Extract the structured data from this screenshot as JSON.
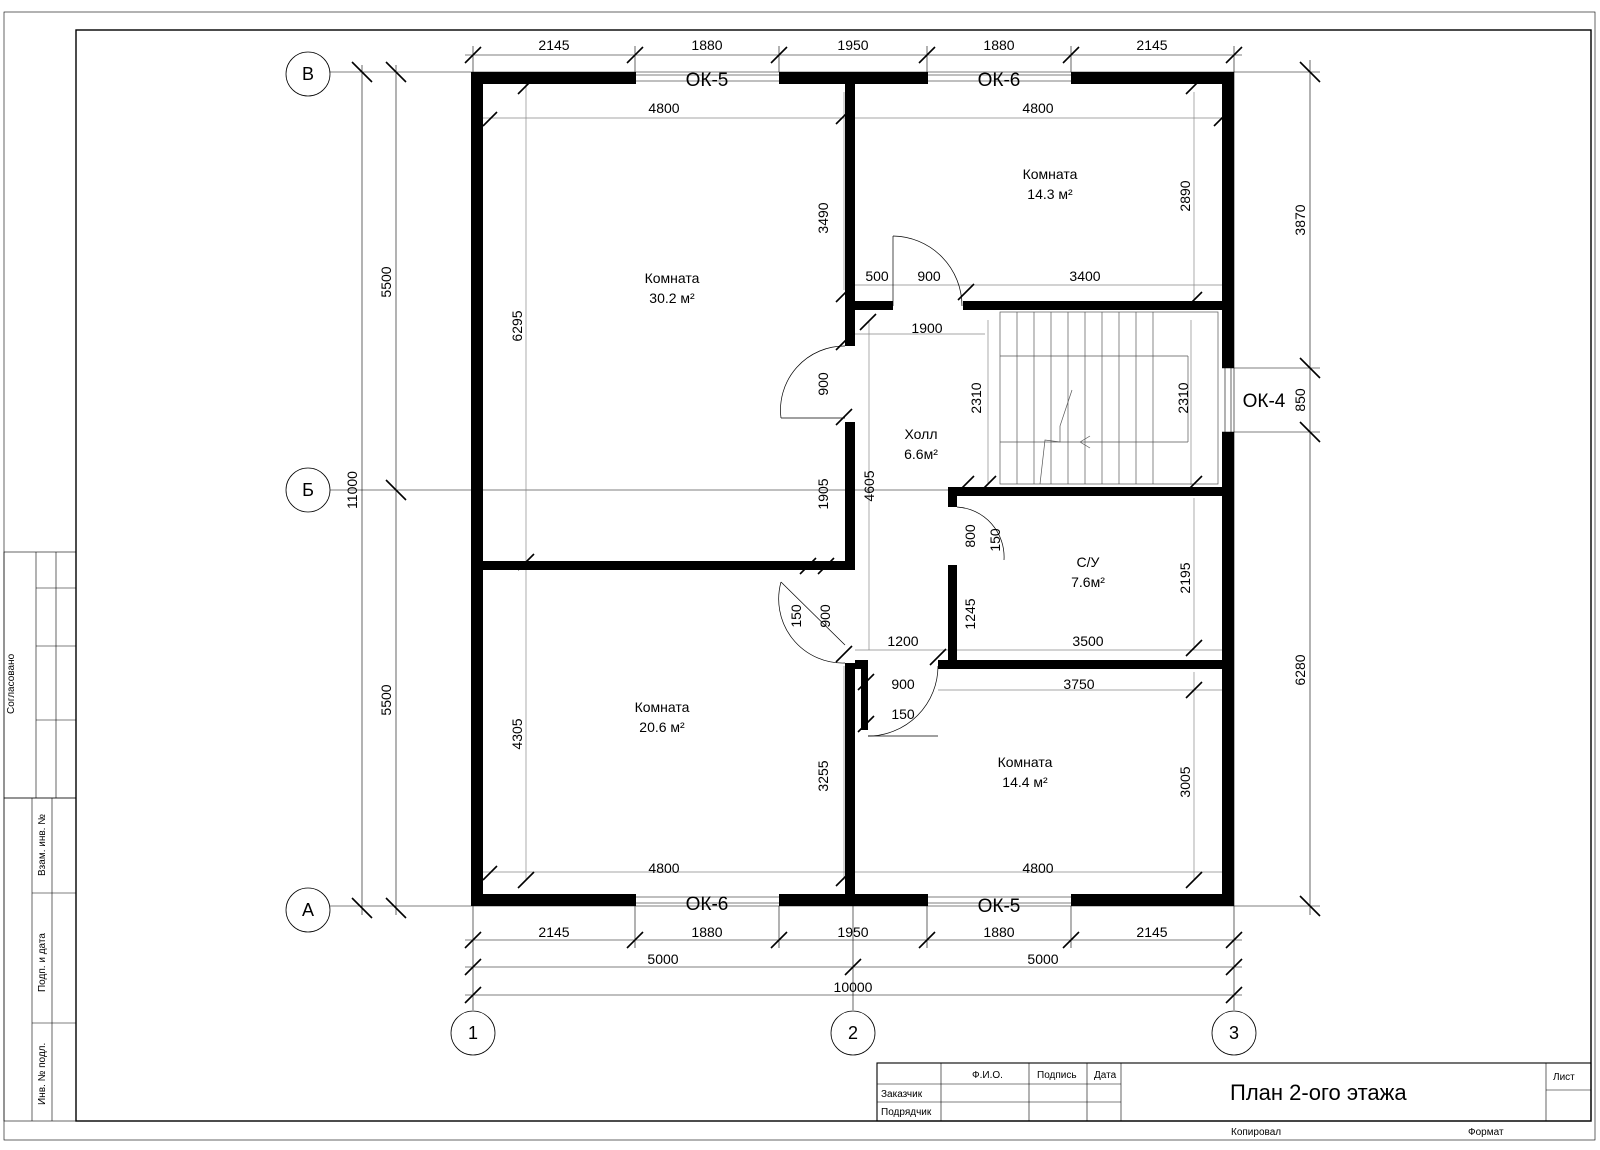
{
  "sheet": {
    "title": "План 2-ого этажа",
    "side_labels": [
      "Согласовано",
      "Взам. инв. №",
      "Подп. и дата",
      "Инв. № подл."
    ],
    "title_block": {
      "col_fio": "Ф.И.О.",
      "col_sign": "Подпись",
      "col_date": "Дата",
      "row_customer": "Заказчик",
      "row_contractor": "Подрядчик",
      "sheet_label": "Лист",
      "copied": "Копировал",
      "format": "Формат"
    }
  },
  "axes": {
    "letters": [
      "В",
      "Б",
      "А"
    ],
    "numbers": [
      "1",
      "2",
      "3"
    ]
  },
  "rooms": [
    {
      "name": "Комната",
      "area": "30.2 м²"
    },
    {
      "name": "Комната",
      "area": "14.3 м²"
    },
    {
      "name": "Холл",
      "area": "6.6м²"
    },
    {
      "name": "С/У",
      "area": "7.6м²"
    },
    {
      "name": "Комната",
      "area": "20.6 м²"
    },
    {
      "name": "Комната",
      "area": "14.4 м²"
    }
  ],
  "windows": {
    "top_left": "ОК-5",
    "top_right": "ОК-6",
    "bottom_left": "ОК-6",
    "bottom_right": "ОК-5",
    "right": "ОК-4"
  },
  "dimensions": {
    "top_chain": [
      "2145",
      "1880",
      "1950",
      "1880",
      "2145"
    ],
    "bottom_chain": [
      "2145",
      "1880",
      "1950",
      "1880",
      "2145"
    ],
    "bottom_halves": [
      "5000",
      "5000"
    ],
    "bottom_total": "10000",
    "left_outer": [
      "5500",
      "5500"
    ],
    "left_total": "11000",
    "right_outer": [
      "3870",
      "850",
      "6280"
    ],
    "room_tl": {
      "width": "4800",
      "height": "6295",
      "inner": "3490"
    },
    "room_tr": {
      "width": "4800",
      "height": "2890"
    },
    "door_tr": [
      "500",
      "900",
      "3400"
    ],
    "hall": {
      "width": "1900",
      "height": "4605",
      "stair_h": "2310",
      "stair_h2": "2310"
    },
    "door_tl": "900",
    "left_wall_seg": "1905",
    "su": {
      "d1": "800",
      "d2": "150",
      "d3": "1245",
      "width": "3500",
      "height": "2195"
    },
    "door_bl": {
      "d1": "150",
      "d2": "900"
    },
    "hall_bottom": "1200",
    "door_br": {
      "d1": "900",
      "d2": "150"
    },
    "room_br": {
      "width": "3750",
      "height": "3005",
      "bottom": "4800"
    },
    "room_bl": {
      "height": "4305",
      "inner": "3255",
      "bottom": "4800"
    }
  }
}
